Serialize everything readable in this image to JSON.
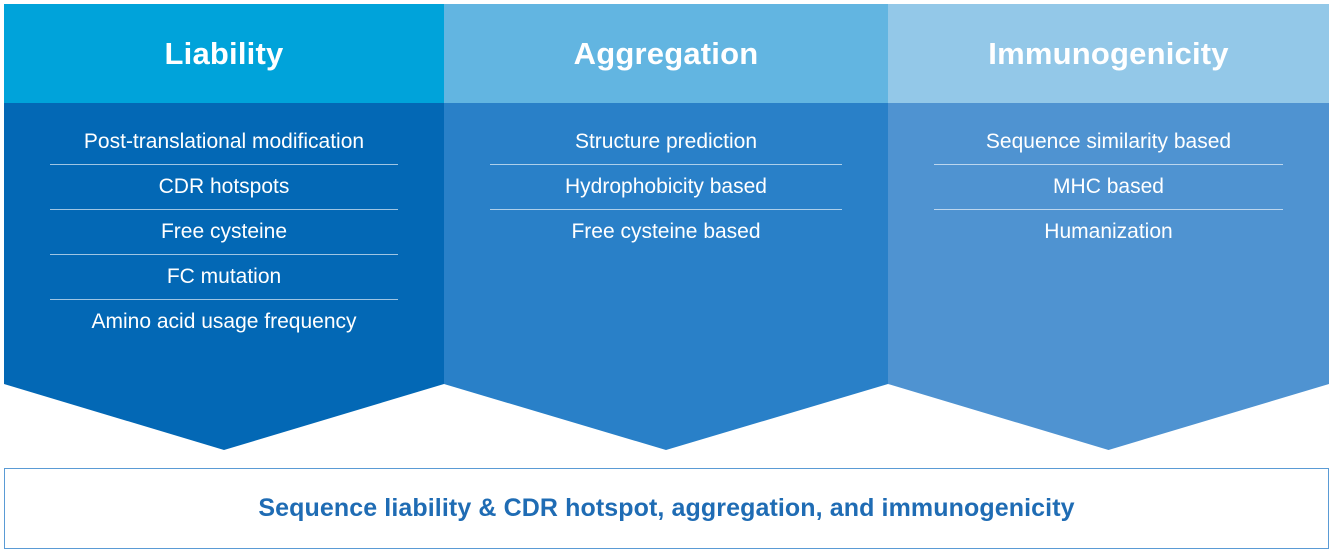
{
  "diagram": {
    "columns": [
      {
        "id": "liability",
        "title": "Liability",
        "header_color": "#00A3DA",
        "body_color": "#0368B5",
        "items": [
          "Post-translational modification",
          "CDR hotspots",
          "Free cysteine",
          "FC mutation",
          "Amino acid usage frequency"
        ]
      },
      {
        "id": "aggregation",
        "title": "Aggregation",
        "header_color": "#62B5E1",
        "body_color": "#2980C8",
        "items": [
          "Structure prediction",
          "Hydrophobicity based",
          "Free cysteine based"
        ]
      },
      {
        "id": "immunogenicity",
        "title": "Immunogenicity",
        "header_color": "#93C8E8",
        "body_color": "#4F93D1",
        "items": [
          "Sequence similarity based",
          "MHC based",
          "Humanization"
        ]
      }
    ],
    "footer": {
      "text": "Sequence liability & CDR hotspot, aggregation, and immunogenicity",
      "text_color": "#1F6CB4",
      "border_color": "#5A9BD5"
    }
  }
}
